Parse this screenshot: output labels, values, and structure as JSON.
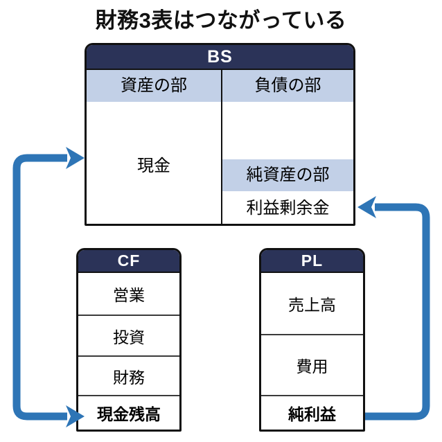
{
  "page": {
    "title": "財務3表はつながっている",
    "background_color": "#ffffff"
  },
  "colors": {
    "header_navy": "#2b3358",
    "band_light_blue": "#c2d0e7",
    "arrow_blue": "#2e75b6",
    "outline_black": "#111111"
  },
  "bs": {
    "header": "BS",
    "left_column": {
      "band_label": "資産の部",
      "items": [
        {
          "label": "現金",
          "bold": false
        }
      ]
    },
    "right_column": {
      "band_label": "負債の部",
      "equity_band_label": "純資産の部",
      "items": [
        {
          "label": "利益剰余金",
          "bold": false
        }
      ]
    }
  },
  "cf": {
    "header": "CF",
    "rows": [
      {
        "label": "営業",
        "bold": false
      },
      {
        "label": "投資",
        "bold": false
      },
      {
        "label": "財務",
        "bold": false
      },
      {
        "label": "現金残高",
        "bold": true
      }
    ]
  },
  "pl": {
    "header": "PL",
    "rows": [
      {
        "label": "売上高",
        "bold": false
      },
      {
        "label": "費用",
        "bold": false
      },
      {
        "label": "純利益",
        "bold": true
      }
    ]
  },
  "arrows": [
    {
      "name": "cf-cash-to-bs-cash",
      "from": "CF 現金残高",
      "to": "BS 現金",
      "color": "#2e75b6",
      "heads": "both",
      "direction": "right"
    },
    {
      "name": "pl-profit-to-bs-retained-earnings",
      "from": "PL 純利益",
      "to": "BS 利益剰余金",
      "color": "#2e75b6",
      "heads": "single",
      "direction": "left"
    }
  ]
}
